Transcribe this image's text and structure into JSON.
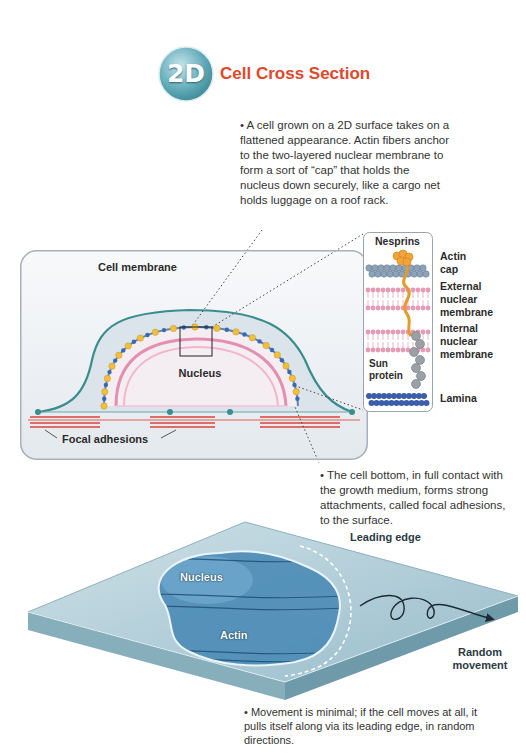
{
  "diagram": {
    "title": "Cell Cross Section",
    "nodes": [
      {
        "text": [
          "2D"
        ]
      },
      {
        "text": [
          "Cell membrane"
        ]
      },
      {
        "text": [
          "Nucleus"
        ],
        "in": 1
      },
      {
        "text": [
          "Nesprins",
          "Sun protein"
        ]
      },
      {
        "text": [
          "Nucleus",
          "Actin"
        ]
      }
    ],
    "labels": [
      "• A cell grown on a 2D surface takes on a flattened appearance. Actin fibers anchor to the two-layered nuclear membrane to form a sort of “cap” that holds the nucleus down securely, like a cargo net holds luggage on a roof rack.",
      "Actin cap",
      "External nuclear membrane",
      "Internal nuclear membrane",
      "Lamina",
      "Focal adhesions",
      "• The cell bottom, in full contact with the growth medium, forms strong attachments, called focal adhesions, to the surface.",
      "Leading edge",
      "Random movement",
      "• Movement is minimal; if the cell moves at all, it pulls itself along via its leading edge, in random directions."
    ]
  }
}
